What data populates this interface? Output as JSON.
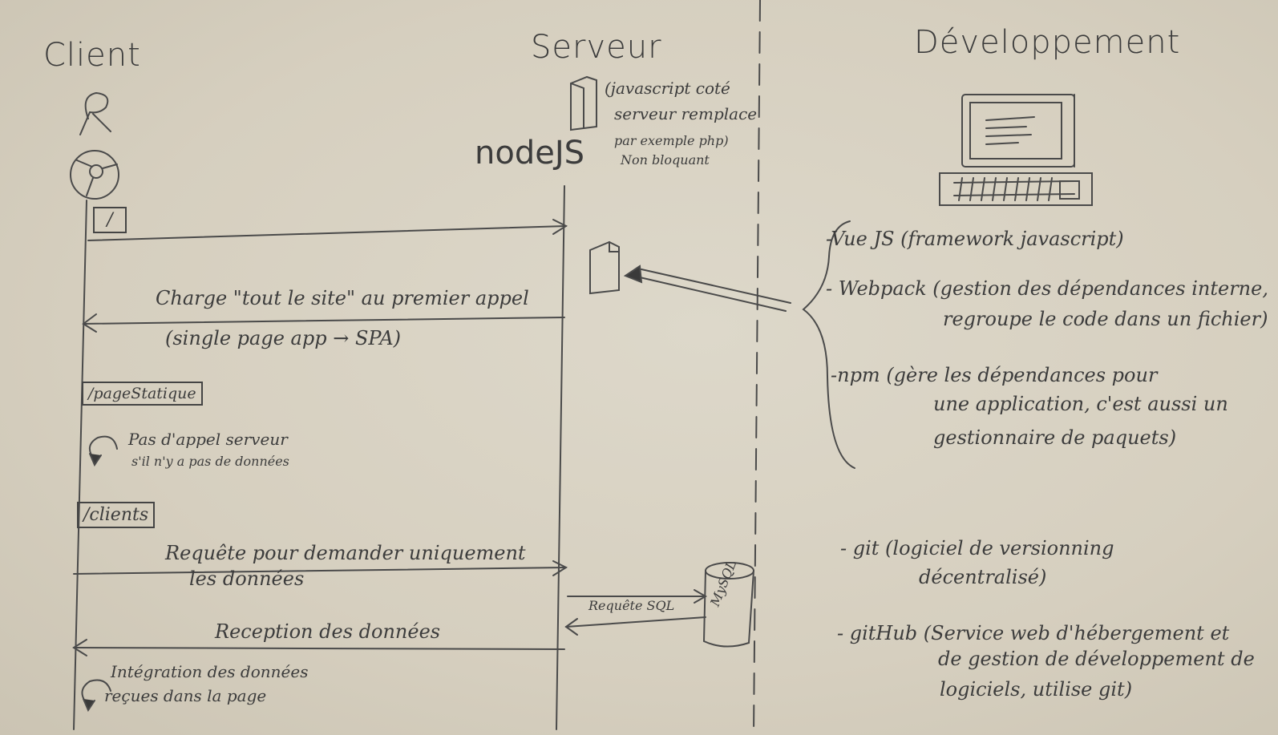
{
  "columns": {
    "client": "Client",
    "server": "Serveur",
    "dev": "Développement"
  },
  "server": {
    "node": "nodeJS",
    "note_line1": "(javascript coté",
    "note_line2": "serveur remplace",
    "note_line3": "par exemple php)",
    "note_line4": "Non bloquant"
  },
  "flow": {
    "route_root": "/",
    "response1_line1": "Charge \"tout le site\" au premier appel",
    "response1_line2": "(single page app → SPA)",
    "route_static": "/pageStatique",
    "static_note_line1": "Pas d'appel serveur",
    "static_note_line2": "s'il n'y a pas de données",
    "route_clients": "/clients",
    "request_line1": "Requête pour demander uniquement",
    "request_line2": "les données",
    "sql_request": "Requête SQL",
    "db_label": "MySQL",
    "reception": "Reception des données",
    "integration_line1": "Intégration des données",
    "integration_line2": "reçues dans la page"
  },
  "tools": [
    {
      "lines": [
        "-Vue JS (framework javascript)"
      ]
    },
    {
      "lines": [
        "- Webpack (gestion des dépendances interne,",
        "regroupe le code dans un fichier)"
      ]
    },
    {
      "lines": [
        "-npm (gère les dépendances pour",
        "une application, c'est aussi un",
        "gestionnaire de paquets)"
      ]
    },
    {
      "lines": [
        "- git (logiciel de versionning",
        "décentralisé)"
      ]
    },
    {
      "lines": [
        "- gitHub (Service web d'hébergement et",
        "de gestion de développement de",
        "logiciels, utilise git)"
      ]
    }
  ]
}
